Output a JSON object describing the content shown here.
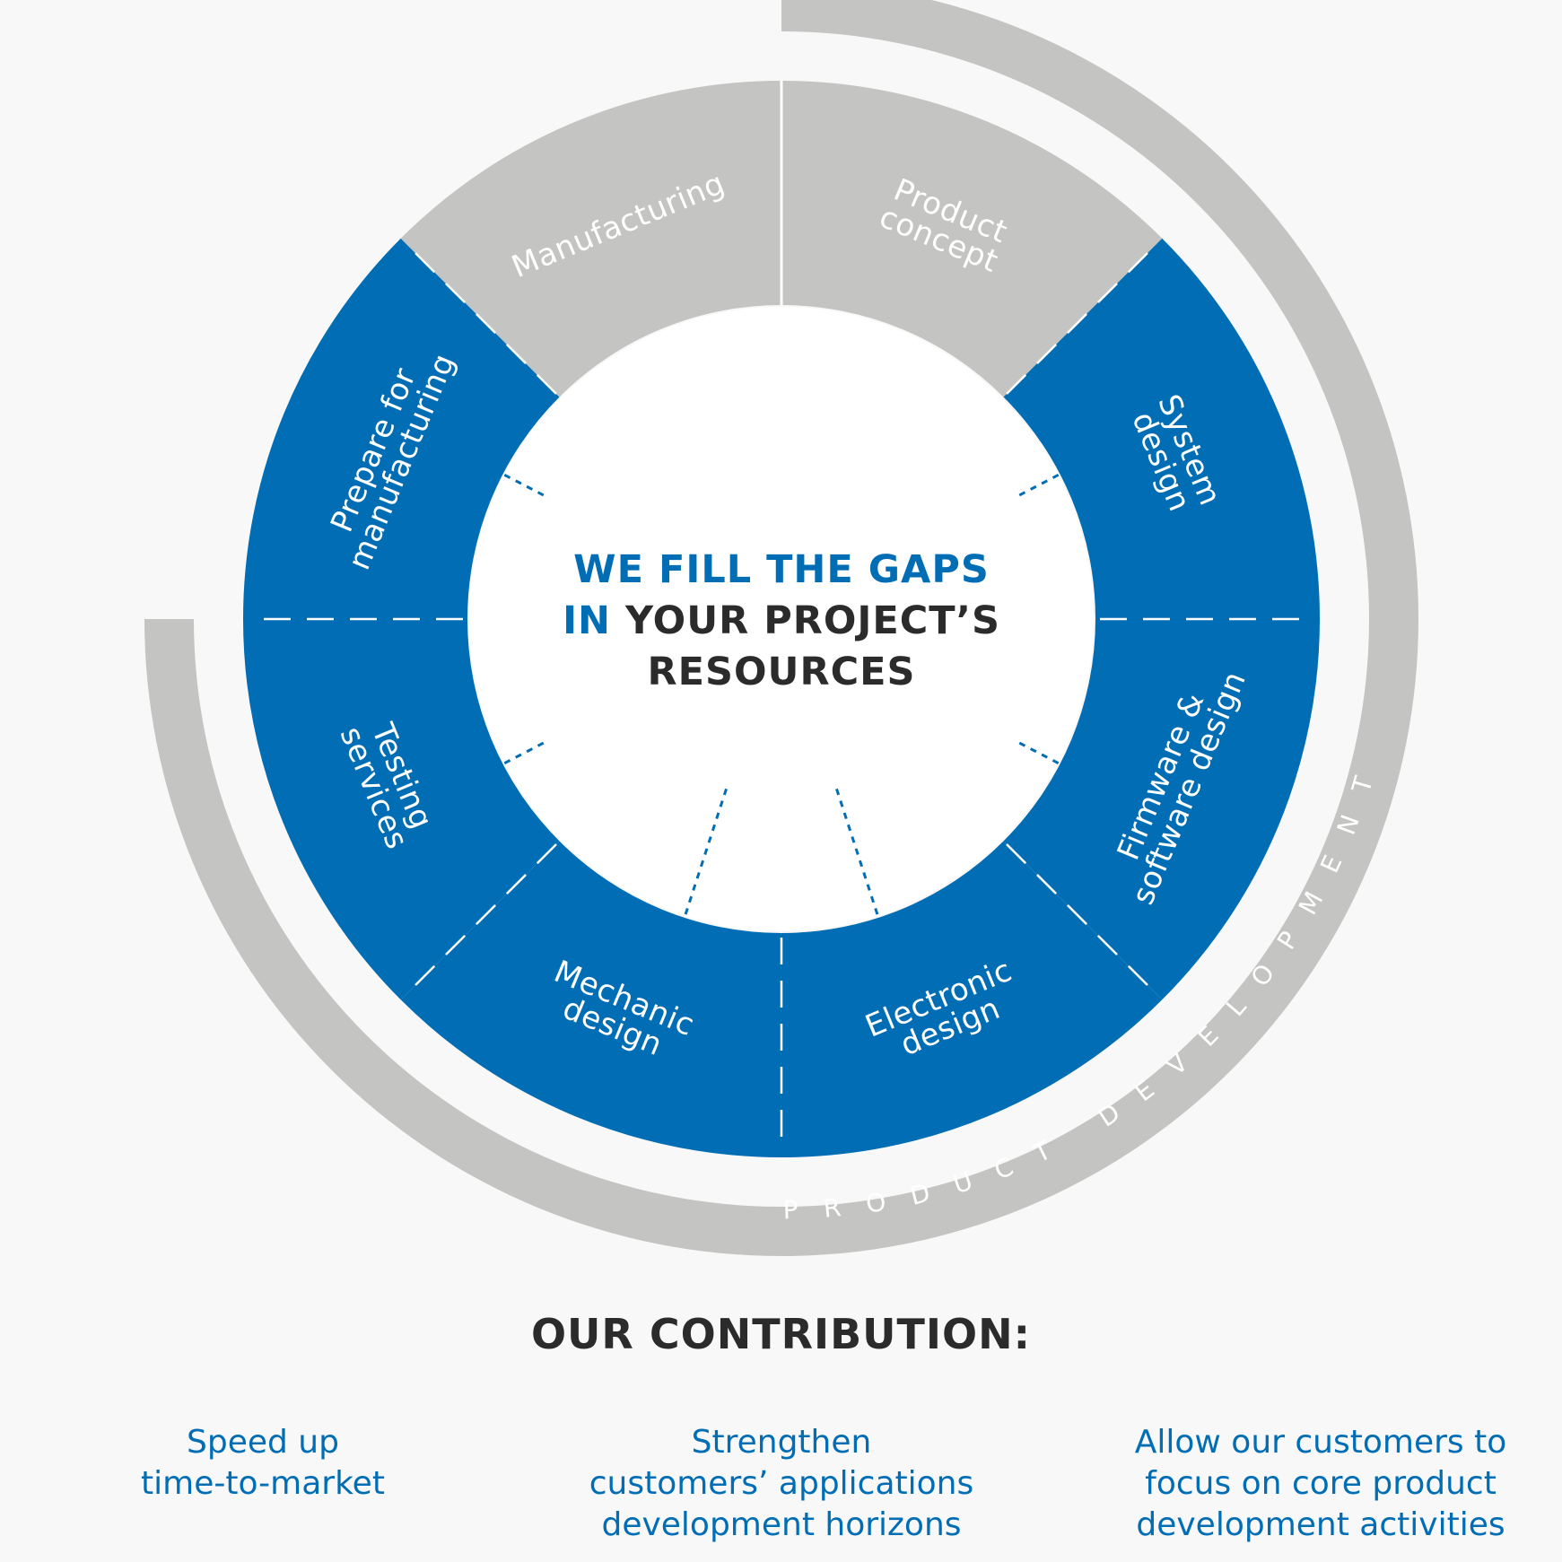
{
  "colors": {
    "blue": "#006db5",
    "gray": "#c4c4c2",
    "dark_text": "#2b2b2b",
    "background": "#f8f8f8"
  },
  "diagram": {
    "center_text": {
      "line1": {
        "blue": "WE FILL THE GAPS",
        "dark": ""
      },
      "line2": {
        "blue": "IN ",
        "dark": "YOUR PROJECT’S"
      },
      "line3": {
        "blue": "",
        "dark": "RESOURCES"
      }
    },
    "segments": [
      {
        "id": "product-concept",
        "lines": [
          "Product",
          "concept"
        ],
        "fill": "gray"
      },
      {
        "id": "system-design",
        "lines": [
          "System",
          "design"
        ],
        "fill": "blue"
      },
      {
        "id": "firmware-software-design",
        "lines": [
          "Firmware &",
          "software design"
        ],
        "fill": "blue"
      },
      {
        "id": "electronic-design",
        "lines": [
          "Electronic",
          "design"
        ],
        "fill": "blue"
      },
      {
        "id": "mechanic-design",
        "lines": [
          "Mechanic",
          "design"
        ],
        "fill": "blue"
      },
      {
        "id": "testing-services",
        "lines": [
          "Testing",
          "services"
        ],
        "fill": "blue"
      },
      {
        "id": "prepare-for-manufacturing",
        "lines": [
          "Prepare for",
          "manufacturing"
        ],
        "fill": "blue"
      },
      {
        "id": "manufacturing",
        "lines": [
          "Manufacturing"
        ],
        "fill": "gray"
      }
    ],
    "outer_arc_label": "PRODUCT DEVELOPMENT"
  },
  "contribution": {
    "title": "OUR CONTRIBUTION:",
    "items": [
      {
        "lines": [
          "Speed up",
          "time-to-market"
        ]
      },
      {
        "lines": [
          "Strengthen",
          "customers’ applications",
          "development horizons"
        ]
      },
      {
        "lines": [
          "Allow our customers to",
          "focus on core product",
          "development activities"
        ]
      }
    ]
  }
}
